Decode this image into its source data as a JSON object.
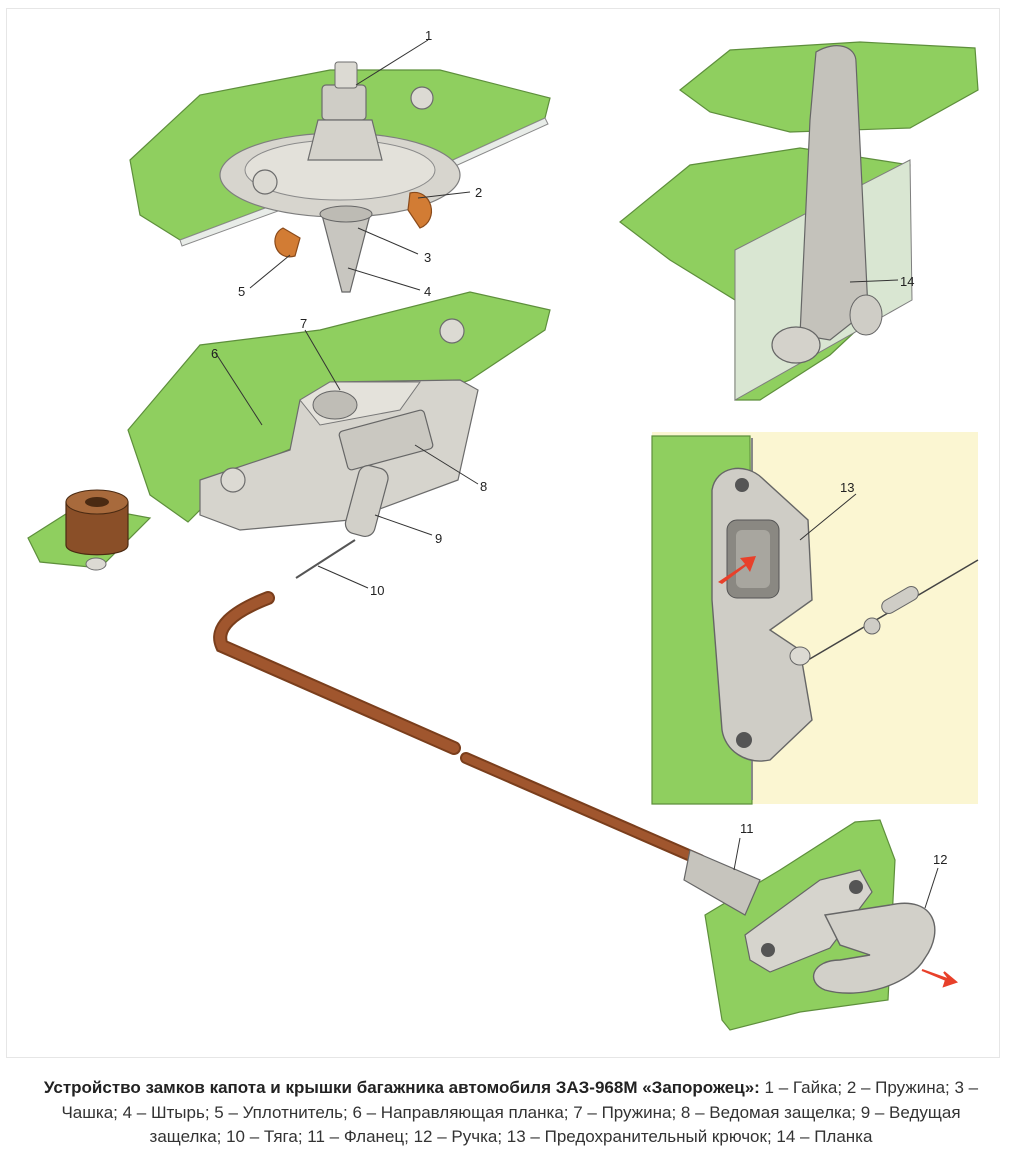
{
  "labels": {
    "l1": "1",
    "l2": "2",
    "l3": "3",
    "l4": "4",
    "l5": "5",
    "l6": "6",
    "l7": "7",
    "l8": "8",
    "l9": "9",
    "l10": "10",
    "l11": "11",
    "l12": "12",
    "l13": "13",
    "l14": "14"
  },
  "caption": {
    "title": "Устройство замков капота и крышки багажника автомобиля ЗАЗ-968М «Запорожец»:",
    "text": " 1 – Гайка; 2 – Пружина; 3 – Чашка; 4 – Штырь; 5 – Уплотнитель; 6 – Направляющая планка; 7 – Пружина; 8 – Ведомая защелка; 9 – Ведущая защелка; 10 – Тяга; 11 – Фланец; 12 – Ручка; 13 – Предохранительный крючок; 14 – Планка"
  },
  "colors": {
    "panel_green": "#8fcf5f",
    "metal": "#c8c6c0",
    "rod": "#a0562e",
    "seal": "#d27c34",
    "inset_bg": "#fbf6d2",
    "arrow_red": "#e8402a"
  }
}
